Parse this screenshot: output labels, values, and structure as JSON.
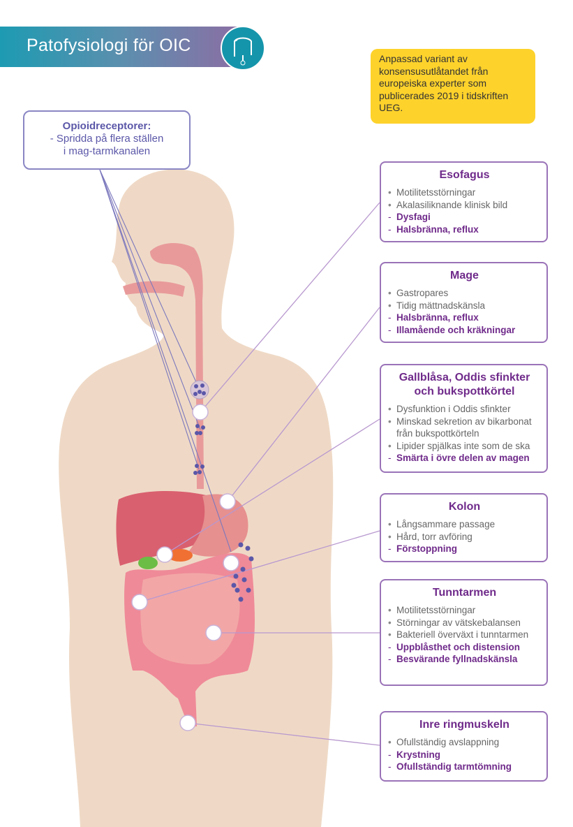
{
  "header": {
    "title": "Patofysiologi för OIC",
    "icon": "colon-icon"
  },
  "note": "Anpassad variant av konsensusutlåtandet från europeiska experter som publicerades 2019 i tidskriften UEG.",
  "opioid": {
    "title": "Opioidreceptorer:",
    "lines": [
      "- Spridda på flera ställen",
      "i mag-tarmkanalen"
    ]
  },
  "colors": {
    "accent": "#6f2a8a",
    "note_bg": "#fdd22b",
    "body": "#efd9c6",
    "receptor": "#5b57a8"
  },
  "boxes": [
    {
      "title": "Esofagus",
      "items": [
        {
          "text": "Motilitetsstörningar",
          "marker": "•",
          "emphasis": false
        },
        {
          "text": "Akalasiliknande klinisk bild",
          "marker": "•",
          "emphasis": false
        },
        {
          "text": "Dysfagi",
          "marker": "-",
          "emphasis": true
        },
        {
          "text": "Halsbränna, reflux",
          "marker": "-",
          "emphasis": true
        }
      ]
    },
    {
      "title": "Mage",
      "items": [
        {
          "text": "Gastropares",
          "marker": "•",
          "emphasis": false
        },
        {
          "text": "Tidig mättnadskänsla",
          "marker": "•",
          "emphasis": false
        },
        {
          "text": "Halsbränna, reflux",
          "marker": "-",
          "emphasis": true
        },
        {
          "text": "Illamående och kräkningar",
          "marker": "-",
          "emphasis": true
        }
      ]
    },
    {
      "title": "Gallblåsa, Oddis sfinkter och bukspottkörtel",
      "items": [
        {
          "text": "Dysfunktion i Oddis sfinkter",
          "marker": "•",
          "emphasis": false
        },
        {
          "text": "Minskad sekretion av bikarbonat från bukspottkörteln",
          "marker": "•",
          "emphasis": false
        },
        {
          "text": "Lipider spjälkas inte som de ska",
          "marker": "•",
          "emphasis": false
        },
        {
          "text": "Smärta i övre delen av magen",
          "marker": "-",
          "emphasis": true
        }
      ]
    },
    {
      "title": "Kolon",
      "items": [
        {
          "text": "Långsammare passage",
          "marker": "•",
          "emphasis": false
        },
        {
          "text": "Hård, torr avföring",
          "marker": "•",
          "emphasis": false
        },
        {
          "text": "Förstoppning",
          "marker": "-",
          "emphasis": true
        }
      ]
    },
    {
      "title": "Tunntarmen",
      "items": [
        {
          "text": "Motilitetsstörningar",
          "marker": "•",
          "emphasis": false
        },
        {
          "text": "Störningar av vätskebalansen",
          "marker": "•",
          "emphasis": false
        },
        {
          "text": "Bakteriell överväxt i tunntarmen",
          "marker": "•",
          "emphasis": false
        },
        {
          "text": "Uppblåsthet och distension",
          "marker": "-",
          "emphasis": true
        },
        {
          "text": "Besvärande fyllnadskänsla",
          "marker": "-",
          "emphasis": true
        }
      ]
    },
    {
      "title": "Inre ringmuskeln",
      "items": [
        {
          "text": "Ofullständig avslappning",
          "marker": "•",
          "emphasis": false
        },
        {
          "text": "Krystning",
          "marker": "-",
          "emphasis": true
        },
        {
          "text": "Ofullständig tarmtömning",
          "marker": "-",
          "emphasis": true
        }
      ]
    }
  ]
}
